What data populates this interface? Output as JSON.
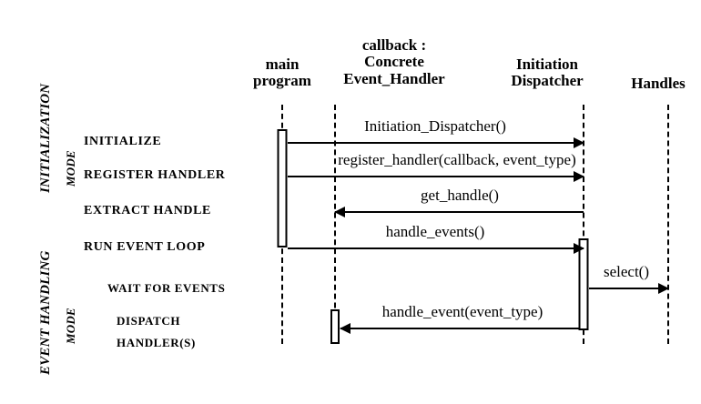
{
  "diagram": {
    "title": "Reactor pattern UML sequence diagram",
    "background": "#ffffff",
    "ink": "#000000"
  },
  "phases": [
    {
      "name": "initialization-phase",
      "line1": "INITIALIZATION",
      "line2": "MODE"
    },
    {
      "name": "event-handling-phase",
      "line1": "EVENT HANDLING",
      "line2": "MODE"
    }
  ],
  "steps": [
    {
      "label": "INITIALIZE"
    },
    {
      "label": "REGISTER HANDLER"
    },
    {
      "label": "EXTRACT HANDLE"
    },
    {
      "label": "RUN EVENT LOOP"
    },
    {
      "label": "WAIT FOR EVENTS"
    },
    {
      "label": "DISPATCH"
    },
    {
      "label": "HANDLER(S)"
    }
  ],
  "lifelines": [
    {
      "id": "main-program",
      "lines": [
        "main",
        "program"
      ]
    },
    {
      "id": "concrete-event-handler",
      "lines": [
        "callback :",
        "Concrete",
        "Event_Handler"
      ]
    },
    {
      "id": "initiation-dispatcher",
      "lines": [
        "Initiation",
        "Dispatcher"
      ]
    },
    {
      "id": "handles",
      "lines": [
        "Handles"
      ]
    }
  ],
  "messages": [
    {
      "id": "initiation-dispatcher-ctor",
      "label": "Initiation_Dispatcher()",
      "from": "main-program",
      "to": "initiation-dispatcher",
      "direction": "right"
    },
    {
      "id": "register-handler",
      "label": "register_handler(callback, event_type)",
      "from": "main-program",
      "to": "initiation-dispatcher",
      "direction": "right"
    },
    {
      "id": "get-handle",
      "label": "get_handle()",
      "from": "initiation-dispatcher",
      "to": "concrete-event-handler",
      "direction": "left"
    },
    {
      "id": "handle-events",
      "label": "handle_events()",
      "from": "main-program",
      "to": "initiation-dispatcher",
      "direction": "right"
    },
    {
      "id": "select",
      "label": "select()",
      "from": "initiation-dispatcher",
      "to": "handles",
      "direction": "right"
    },
    {
      "id": "handle-event",
      "label": "handle_event(event_type)",
      "from": "initiation-dispatcher",
      "to": "concrete-event-handler",
      "direction": "left"
    }
  ]
}
